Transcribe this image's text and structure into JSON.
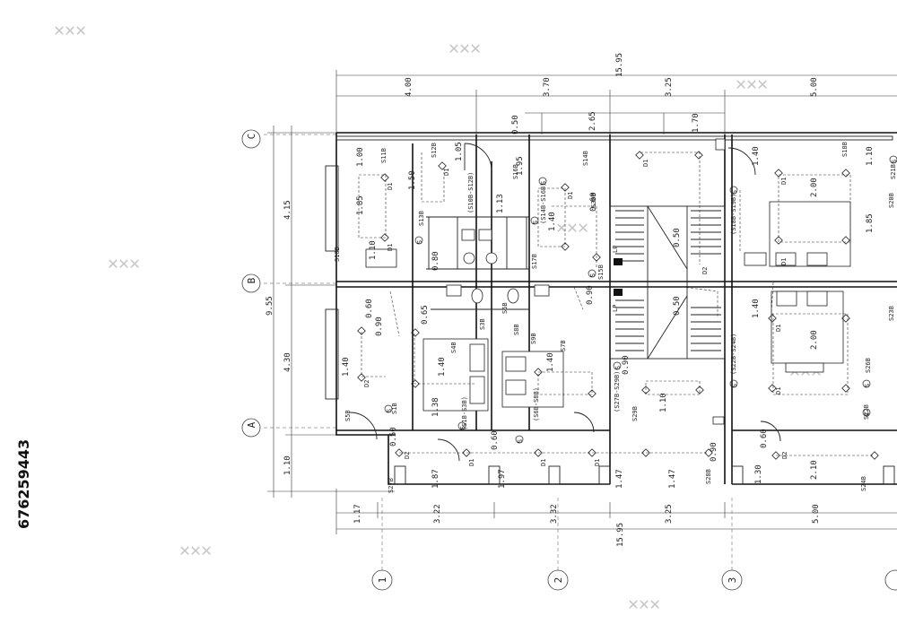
{
  "drawing": {
    "stock_id": "676259443",
    "grid": {
      "rows": [
        "C",
        "B",
        "A"
      ],
      "columns": [
        "1",
        "2",
        "3"
      ]
    },
    "dimensions": {
      "top_total": "15.95",
      "top_segments": [
        "4.00",
        "3.70",
        "3.25",
        "5.00"
      ],
      "bottom_total": "15.95",
      "bottom_segments": [
        "1.17",
        "3.22",
        "3.32",
        "3.25",
        "5.00"
      ],
      "left_total": "9.55",
      "left_segments": [
        "4.15",
        "4.30",
        "1.10"
      ],
      "inner_top": [
        "0.50",
        "2.65",
        "1.70"
      ],
      "bottom_inner": [
        "1.87",
        "1.97",
        "1.47",
        "1.47",
        "1.30",
        "2.10"
      ],
      "misc": [
        "1.00",
        "1.05",
        "1.50",
        "1.95",
        "1.85",
        "1.40",
        "0.60",
        "0.80",
        "1.10",
        "0.90",
        "1.38",
        "0.65",
        "1.13",
        "2.00",
        "0.50",
        "0.90"
      ]
    },
    "labels": {
      "outlets": [
        "S11B",
        "S12B",
        "S10B",
        "S13B",
        "S5B",
        "S15B",
        "S14B",
        "S16B",
        "S17B",
        "S18B",
        "S21B",
        "S20B",
        "S23B",
        "S26B",
        "S22B",
        "S27B",
        "S28B",
        "S24B",
        "S29B",
        "S9B",
        "S7B",
        "S4B",
        "S1B",
        "S3B",
        "S6B",
        "S8B",
        "S30B"
      ],
      "circuits": [
        "(S10B-S12B)",
        "(S14B-S16B)",
        "(S18B-S19B)",
        "(S27B-S29B)",
        "(S1B-S3B)",
        "(S6B-S8B)",
        "(S22B-S24B)"
      ],
      "devices": [
        "D1",
        "D2",
        "LP"
      ],
      "symbol": "S"
    }
  }
}
